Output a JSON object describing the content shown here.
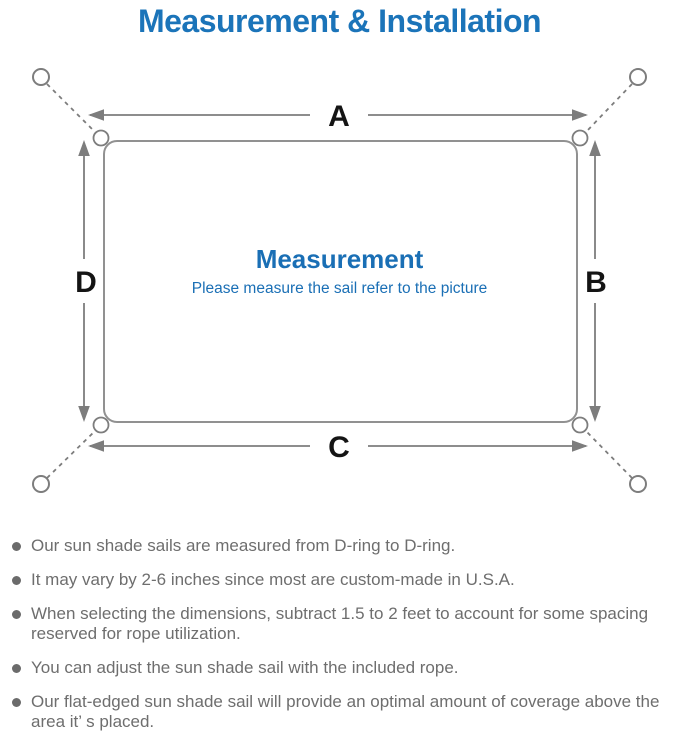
{
  "title": "Measurement & Installation",
  "colors": {
    "accent_blue": "#1b74b9",
    "center_text_blue": "#1a6fb5",
    "line_gray": "#7d7d7d",
    "note_text_gray": "#6e6e6e",
    "dimension_label_black": "#141414"
  },
  "diagram": {
    "labels": {
      "top": "A",
      "right": "B",
      "bottom": "C",
      "left": "D"
    },
    "center": {
      "heading": "Measurement",
      "subheading": "Please measure the sail refer to the picture"
    }
  },
  "notes": [
    "Our sun shade sails are measured from D-ring to D-ring.",
    "It may vary by 2-6 inches since most are custom-made in U.S.A.",
    "When selecting the dimensions, subtract 1.5 to 2 feet to account for some spacing reserved for rope utilization.",
    "You can adjust the sun shade sail with the included rope.",
    "Our flat-edged sun shade sail will provide an optimal amount of coverage above the area it’ s placed."
  ]
}
